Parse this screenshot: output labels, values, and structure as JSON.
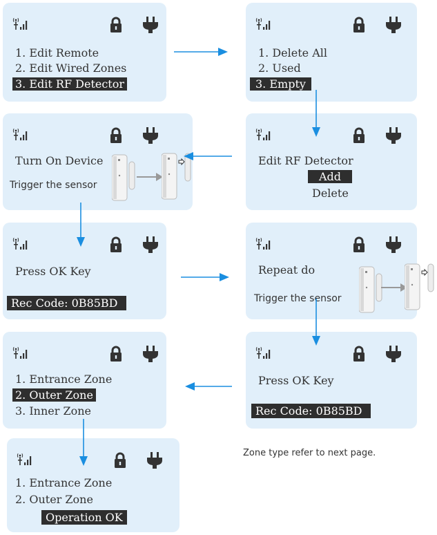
{
  "icons": [
    "signal-icon",
    "lock-icon",
    "power-plug-icon",
    "door-sensor-icon"
  ],
  "colors": {
    "screen_bg": "#e1effa",
    "arrow": "#1a8ee0",
    "highlight_bg": "#2e2e2e",
    "highlight_text": "#ffffff"
  },
  "screens": [
    {
      "lines": [
        "1. Edit Remote",
        "2. Edit Wired Zones",
        "3. Edit RF Detector"
      ]
    },
    {
      "lines": [
        "1. Delete All",
        "2. Used",
        "3. Empty"
      ]
    },
    {
      "lines": [
        "Edit RF Detector",
        "Add",
        "Delete"
      ]
    },
    {
      "lines": [
        "Turn On Device",
        "Trigger the sensor"
      ]
    },
    {
      "lines": [
        "Press OK Key",
        "Rec Code: 0B85BD"
      ]
    },
    {
      "lines": [
        "Repeat do",
        "Trigger the sensor"
      ]
    },
    {
      "lines": [
        "Press OK Key",
        "Rec Code: 0B85BD"
      ]
    },
    {
      "lines": [
        "1. Entrance Zone",
        "2. Outer Zone",
        "3. Inner Zone"
      ]
    },
    {
      "lines": [
        "1. Entrance Zone",
        "2. Outer Zone",
        "Operation OK"
      ]
    }
  ],
  "note": "Zone type refer to next page."
}
